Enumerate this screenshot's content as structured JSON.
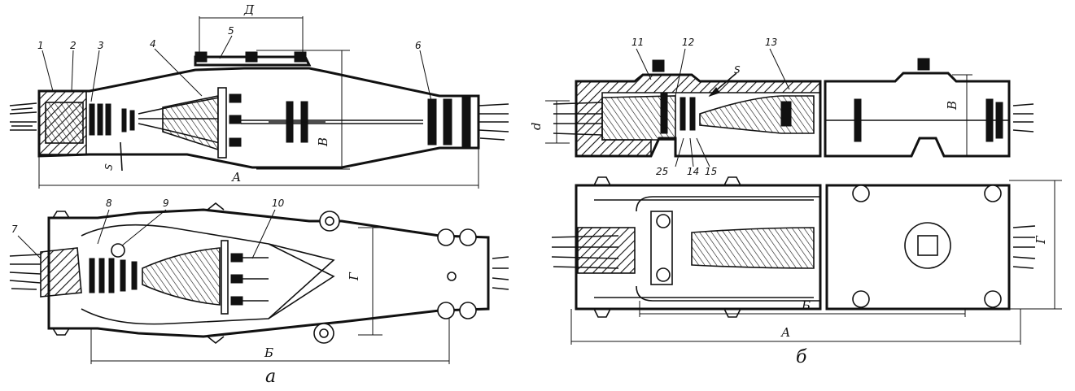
{
  "figure_a": {
    "caption": "а",
    "dim_labels": {
      "top": "Д",
      "length_a": "А",
      "length_b": "Б",
      "height_v": "В",
      "height_g": "Г",
      "offset_s": "S"
    },
    "callouts": [
      "1",
      "2",
      "3",
      "4",
      "5",
      "6",
      "7",
      "8",
      "9",
      "10"
    ]
  },
  "figure_b": {
    "caption": "б",
    "dim_labels": {
      "diameter": "d",
      "height_v": "В",
      "height_g": "Г",
      "length_a": "А",
      "length_b": "Б",
      "flow_s": "S"
    },
    "callouts": [
      "11",
      "12",
      "13",
      "14",
      "15",
      "25"
    ]
  }
}
